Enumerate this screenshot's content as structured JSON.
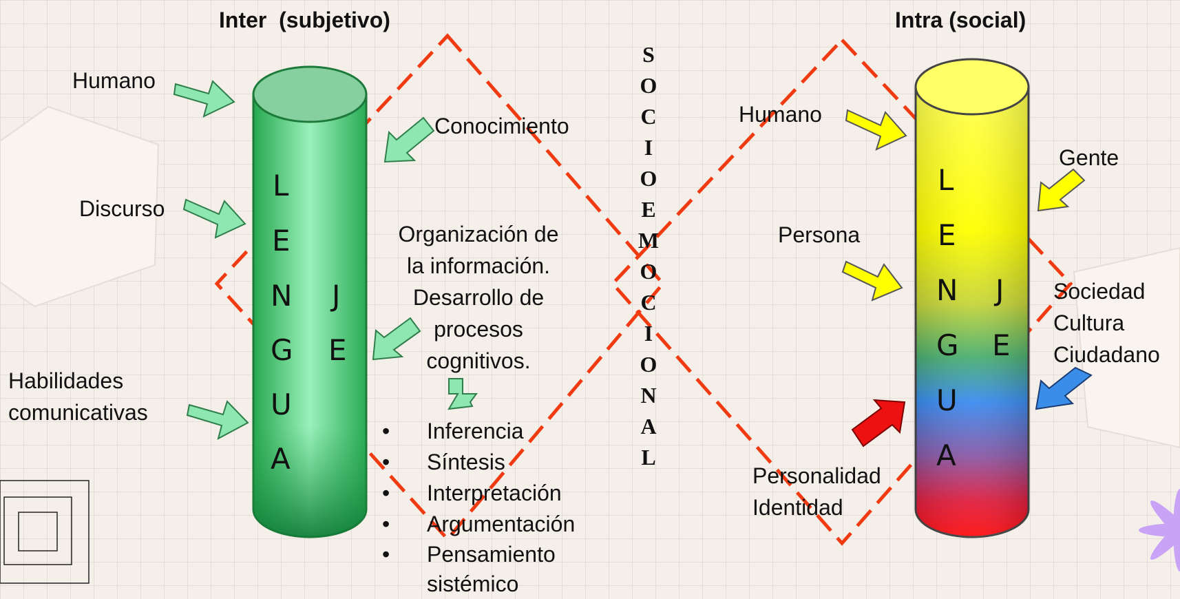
{
  "left": {
    "title": "Inter  (subjetivo)",
    "inputs": [
      "Humano",
      "Discurso",
      "Habilidades\ncomunicativas"
    ],
    "conocimiento": "Conocimiento",
    "organizacion": "Organización de\nla información.\nDesarrollo de\nprocesos\ncognitivos.",
    "cognitive_processes": [
      "Inferencia",
      "Síntesis",
      "Interpretación",
      "Argumentación",
      "Pensamiento\nsistémico"
    ],
    "cylinder_letters_main": [
      "L",
      "E",
      "N",
      "G",
      "U",
      "A"
    ],
    "cylinder_letters_side": [
      "J",
      "E"
    ]
  },
  "center": {
    "vertical_word": [
      "S",
      "O",
      "C",
      "I",
      "O",
      "E",
      "M",
      "O",
      "C",
      "I",
      "O",
      "N",
      "A",
      "L"
    ]
  },
  "right": {
    "title": "Intra (social)",
    "humano": "Humano",
    "persona": "Persona",
    "gente": "Gente",
    "sociedad_cultura": "Sociedad\nCultura\nCiudadano",
    "personalidad": "Personalidad\nIdentidad",
    "cylinder_letters_main": [
      "L",
      "E",
      "N",
      "G",
      "U",
      "A"
    ],
    "cylinder_letters_side": [
      "J",
      "E"
    ]
  },
  "colors": {
    "dashed_lines": "#f03a12",
    "green_arrow": "#8ee6b0",
    "yellow_arrow": "#ffff00",
    "blue_arrow": "#3a8de8",
    "red_arrow": "#ee1111",
    "flower": "#c9a3f5"
  }
}
